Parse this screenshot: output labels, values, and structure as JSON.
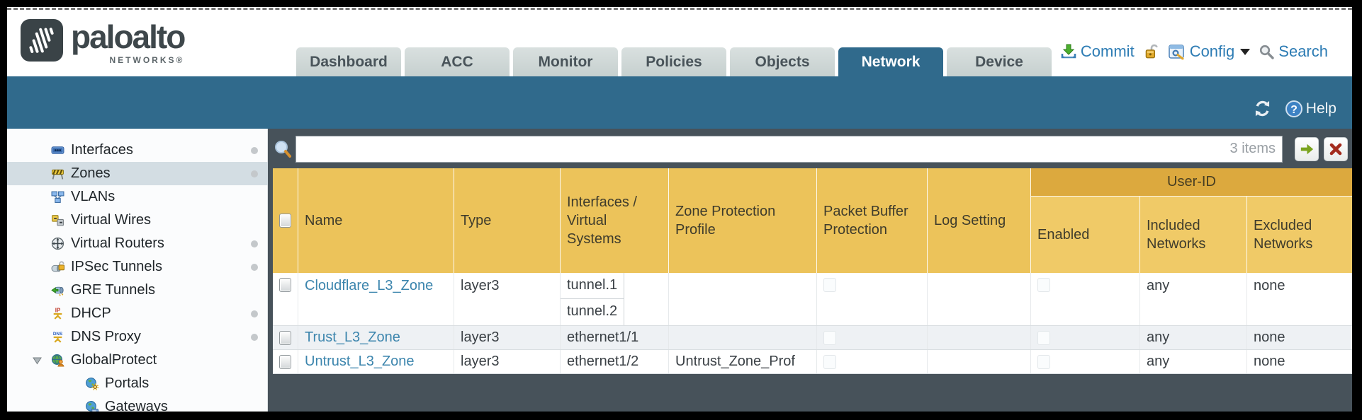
{
  "brand": {
    "name": "paloalto",
    "sub": "NETWORKS®"
  },
  "nav": {
    "tabs": [
      {
        "label": "Dashboard",
        "active": false
      },
      {
        "label": "ACC",
        "active": false
      },
      {
        "label": "Monitor",
        "active": false
      },
      {
        "label": "Policies",
        "active": false
      },
      {
        "label": "Objects",
        "active": false
      },
      {
        "label": "Network",
        "active": true
      },
      {
        "label": "Device",
        "active": false
      }
    ]
  },
  "header_actions": {
    "commit": "Commit",
    "config": "Config",
    "search": "Search"
  },
  "toolbar": {
    "help": "Help"
  },
  "sidebar": {
    "items": [
      {
        "label": "Interfaces"
      },
      {
        "label": "Zones"
      },
      {
        "label": "VLANs"
      },
      {
        "label": "Virtual Wires"
      },
      {
        "label": "Virtual Routers"
      },
      {
        "label": "IPSec Tunnels"
      },
      {
        "label": "GRE Tunnels"
      },
      {
        "label": "DHCP"
      },
      {
        "label": "DNS Proxy"
      },
      {
        "label": "GlobalProtect"
      },
      {
        "label": "Portals"
      },
      {
        "label": "Gateways"
      }
    ],
    "selected": "Zones"
  },
  "filter": {
    "value": "",
    "count_label": "3 items"
  },
  "table": {
    "columns": [
      "Name",
      "Type",
      "Interfaces / Virtual Systems",
      "Zone Protection Profile",
      "Packet Buffer Protection",
      "Log Setting"
    ],
    "user_id": {
      "title": "User-ID",
      "columns": [
        "Enabled",
        "Included Networks",
        "Excluded Networks"
      ]
    },
    "rows": [
      {
        "name": "Cloudflare_L3_Zone",
        "type": "layer3",
        "interfaces": [
          "tunnel.1",
          "tunnel.2"
        ],
        "zone_protection_profile": "",
        "log_setting": "",
        "included_networks": "any",
        "excluded_networks": "none"
      },
      {
        "name": "Trust_L3_Zone",
        "type": "layer3",
        "interfaces": [
          "ethernet1/1"
        ],
        "zone_protection_profile": "",
        "log_setting": "",
        "included_networks": "any",
        "excluded_networks": "none"
      },
      {
        "name": "Untrust_L3_Zone",
        "type": "layer3",
        "interfaces": [
          "ethernet1/2"
        ],
        "zone_protection_profile": "Untrust_Zone_Prof",
        "log_setting": "",
        "included_networks": "any",
        "excluded_networks": "none"
      }
    ]
  },
  "colors": {
    "band_teal": "#306a8c",
    "active_tab": "#306a8c",
    "table_header": "#ecc35a",
    "user_id_band": "#dca93e",
    "user_id_subheader": "#f0ca67",
    "main_background": "#47525a",
    "link_blue": "#3c85ad",
    "header_action_blue": "#2d7cb4",
    "selected_sidebar": "#d3dde3",
    "alt_row": "#eef1f4",
    "commit_green": "#4caf2e",
    "close_red": "#a32b1d",
    "arrow_green": "#7aa31e"
  }
}
